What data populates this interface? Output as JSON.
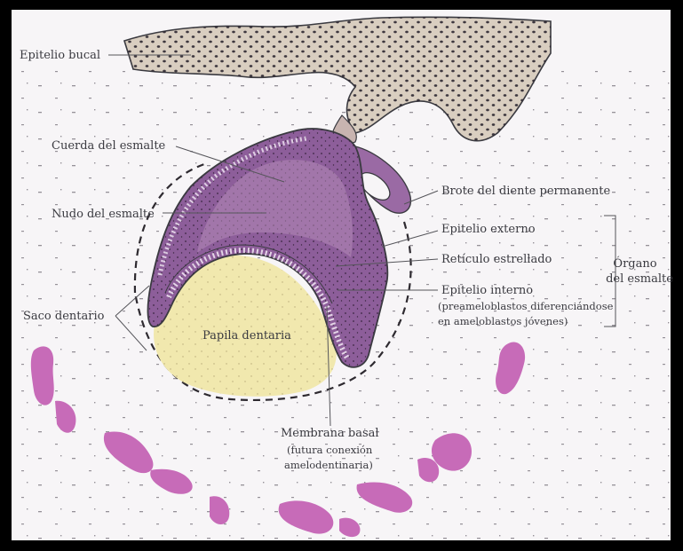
{
  "title": "",
  "colors": {
    "frame": "#000000",
    "paper": "#f7f5f7",
    "oral_epithelium": "#d9cec0",
    "enamel_organ": "#8d5e9a",
    "enamel_organ_light": "#b48ab8",
    "dental_papilla": "#f1e8ae",
    "bone": "#c76bb8",
    "stipple": "#2c2630"
  },
  "labels": {
    "epitelio_bucal": "Epitelio bucal",
    "cuerda_esmalte": "Cuerda del esmalte",
    "nudo_esmalte": "Nudo del esmalte",
    "saco_dentario": "Saco dentario",
    "papila_dentaria": "Papila dentaria",
    "membrana_basal": "Membrana basal",
    "membrana_basal_note_1": "(futura conexión",
    "membrana_basal_note_2": "amelodentinaria)",
    "brote_diente": "Brote del diente permanente",
    "epitelio_externo": "Epitelio externo",
    "reticulo_estrellado": "Retículo estrellado",
    "epitelio_interno": "Epitelio interno",
    "epitelio_interno_note_1": "(preameloblastos diferenciándose",
    "epitelio_interno_note_2": "en ameloblastos jóvenes)",
    "organo_1": "Órgano",
    "organo_2": "del esmalte"
  }
}
